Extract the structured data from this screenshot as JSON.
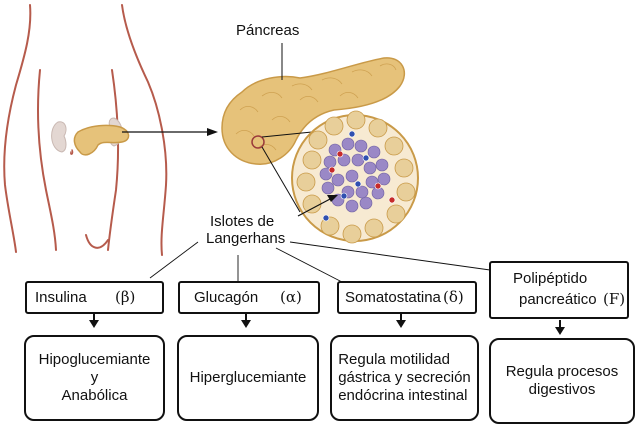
{
  "labels": {
    "pancreas": "Páncreas",
    "islets_line1": "Islotes de",
    "islets_line2": "Langerhans"
  },
  "hormones": [
    {
      "name": "Insulina",
      "cell": "(β)",
      "effect": "Hipoglucemiante\ny\nAnabólica"
    },
    {
      "name": "Glucagón",
      "cell": "(α)",
      "effect": "Hiperglucemiante"
    },
    {
      "name": "Somatostatina",
      "cell": "(δ)",
      "effect": "Regula motilidad\ngástrica y secreción\nendócrina intestinal"
    },
    {
      "name_line1": "Polipéptido",
      "name_line2": "pancreático",
      "cell": "(F)",
      "effect": "Regula procesos\ndigestivos"
    }
  ],
  "colors": {
    "pancreas_fill": "#e6c27a",
    "pancreas_dark": "#c99a48",
    "body_outline": "#b65b4c",
    "kidney": "#e3d7d2",
    "lens_bg": "#f7ead2",
    "acinus": "#e8cf9a",
    "islet_cell": "#9a88c6",
    "dot_red": "#c62a2a",
    "dot_blue": "#3050b0",
    "stroke": "#111111"
  }
}
